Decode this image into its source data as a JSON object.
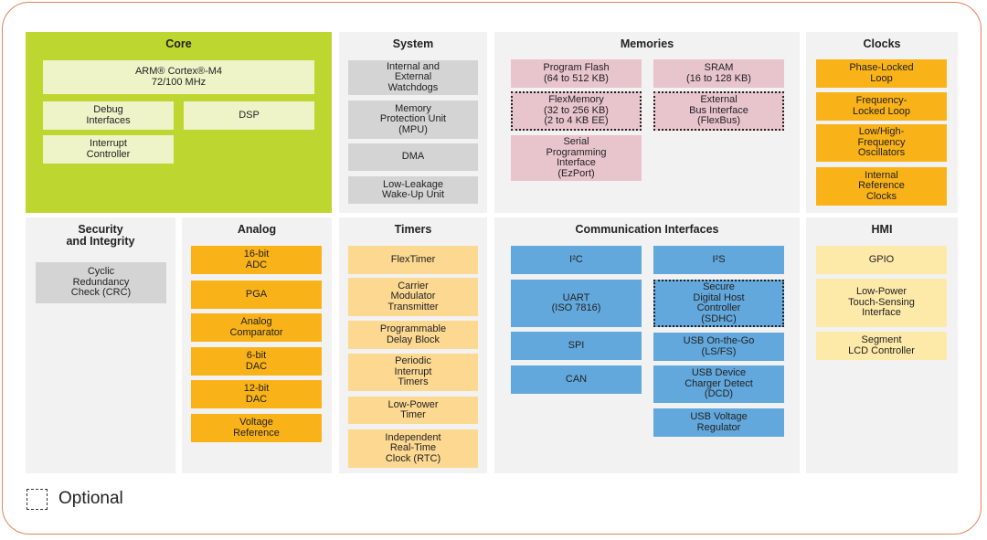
{
  "colors": {
    "frame": "#e0845a",
    "panel": "#f2f2f2",
    "core": "#bed630",
    "core_item": "#eef3c8",
    "gray_item": "#d4d4d4",
    "memory_item": "#e8c5cc",
    "orange_item": "#f9b218",
    "timer_item": "#fdd891",
    "comm_item": "#62a8dc",
    "hmi_item": "#fde9a8"
  },
  "panels": [
    {
      "id": "core",
      "title": "Core",
      "items": [
        {
          "text": "ARM® Cortex®-M4\n72/100 MHz"
        },
        {
          "text": "Debug\nInterfaces"
        },
        {
          "text": "DSP"
        },
        {
          "text": "Interrupt\nController"
        }
      ]
    },
    {
      "id": "system",
      "title": "System",
      "items": [
        {
          "text": "Internal and\nExternal\nWatchdogs"
        },
        {
          "text": "Memory\nProtection Unit\n(MPU)"
        },
        {
          "text": "DMA"
        },
        {
          "text": "Low-Leakage\nWake-Up Unit"
        }
      ]
    },
    {
      "id": "memories",
      "title": "Memories",
      "items": [
        {
          "text": "Program Flash\n(64 to 512 KB)"
        },
        {
          "text": "SRAM\n(16 to 128 KB)"
        },
        {
          "text": "FlexMemory\n(32 to 256 KB)\n(2 to 4 KB EE)",
          "optional": true
        },
        {
          "text": "External\nBus Interface\n(FlexBus)",
          "optional": true
        },
        {
          "text": "Serial\nProgramming\nInterface\n(EzPort)"
        }
      ]
    },
    {
      "id": "clocks",
      "title": "Clocks",
      "items": [
        {
          "text": "Phase-Locked\nLoop"
        },
        {
          "text": "Frequency-\nLocked Loop"
        },
        {
          "text": "Low/High-\nFrequency\nOscillators"
        },
        {
          "text": "Internal\nReference\nClocks"
        }
      ]
    },
    {
      "id": "security",
      "title": "Security\nand Integrity",
      "items": [
        {
          "text": "Cyclic\nRedundancy\nCheck (CRC)"
        }
      ]
    },
    {
      "id": "analog",
      "title": "Analog",
      "items": [
        {
          "text": "16-bit\nADC"
        },
        {
          "text": "PGA"
        },
        {
          "text": "Analog\nComparator"
        },
        {
          "text": "6-bit\nDAC"
        },
        {
          "text": "12-bit\nDAC"
        },
        {
          "text": "Voltage\nReference"
        }
      ]
    },
    {
      "id": "timers",
      "title": "Timers",
      "items": [
        {
          "text": "FlexTimer"
        },
        {
          "text": "Carrier\nModulator\nTransmitter"
        },
        {
          "text": "Programmable\nDelay Block"
        },
        {
          "text": "Periodic\nInterrupt\nTimers"
        },
        {
          "text": "Low-Power\nTimer"
        },
        {
          "text": "Independent\nReal-Time\nClock (RTC)"
        }
      ]
    },
    {
      "id": "communication",
      "title": "Communication Interfaces",
      "items": [
        {
          "text": "I²C"
        },
        {
          "text": "UART\n(ISO 7816)"
        },
        {
          "text": "SPI"
        },
        {
          "text": "CAN"
        },
        {
          "text": "I²S"
        },
        {
          "text": "Secure\nDigital Host\nController\n(SDHC)",
          "optional": true
        },
        {
          "text": "USB On-the-Go\n(LS/FS)"
        },
        {
          "text": "USB Device\nCharger Detect\n(DCD)"
        },
        {
          "text": "USB Voltage\nRegulator"
        }
      ]
    },
    {
      "id": "hmi",
      "title": "HMI",
      "items": [
        {
          "text": "GPIO"
        },
        {
          "text": "Low-Power\nTouch-Sensing\nInterface"
        },
        {
          "text": "Segment\nLCD Controller"
        }
      ]
    }
  ],
  "legend": {
    "label": "Optional"
  }
}
